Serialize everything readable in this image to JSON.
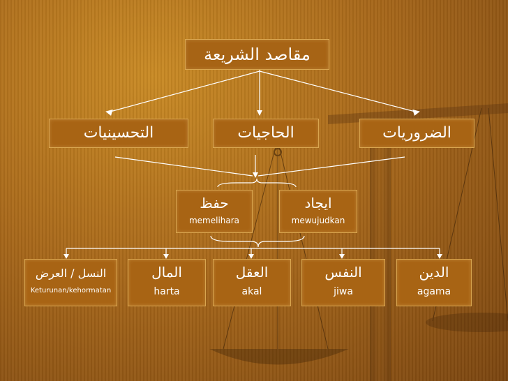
{
  "title": "مقاصد الشريعة",
  "categories": {
    "tahsiniyat": "التحسينيات",
    "hajiyat": "الحاجيات",
    "daruriyat": "الضروريات"
  },
  "verbs": {
    "hifz": {
      "arabic": "حفظ",
      "latin": "memelihara"
    },
    "ijad": {
      "arabic": "ايجاد",
      "latin": "mewujudkan"
    }
  },
  "objectives": {
    "nasl": {
      "arabic": "النسل / العرض",
      "latin": "Keturunan/kehormatan"
    },
    "mal": {
      "arabic": "المال",
      "latin": "harta"
    },
    "aql": {
      "arabic": "العقل",
      "latin": "akal"
    },
    "nafs": {
      "arabic": "النفس",
      "latin": "jiwa"
    },
    "din": {
      "arabic": "الدين",
      "latin": "agama"
    }
  },
  "colors": {
    "box_fill": "#a86414",
    "box_border": "#d9a650",
    "connector": "#ffffff",
    "background": "#a8681a"
  }
}
